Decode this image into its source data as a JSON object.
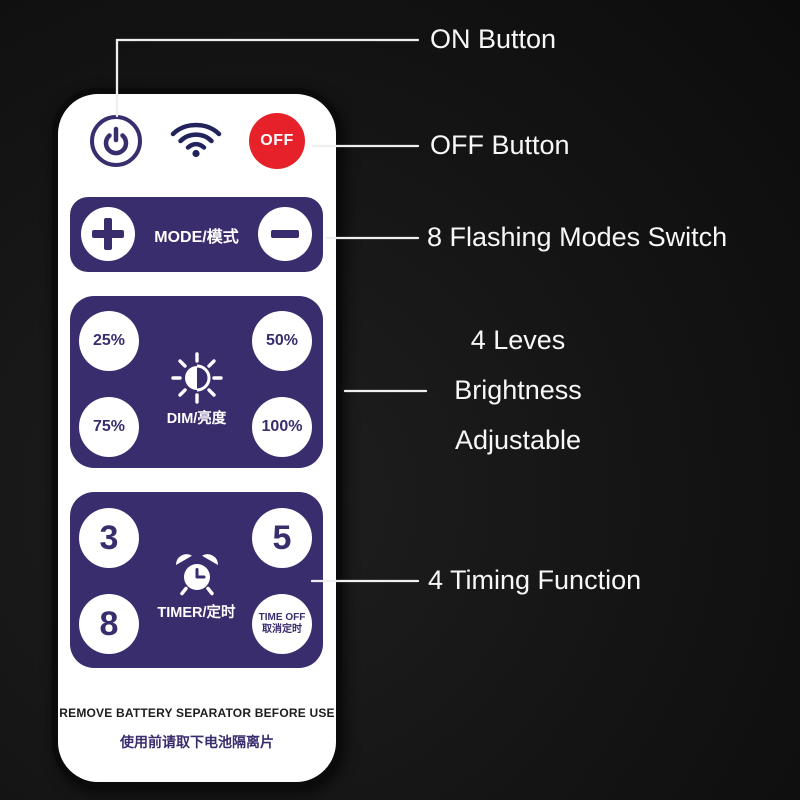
{
  "colors": {
    "purple": "#3a2d6e",
    "red": "#e62129",
    "background": "#141414",
    "callout_line": "#efefef"
  },
  "remote": {
    "off_button_label": "OFF",
    "mode": {
      "label": "MODE/模式"
    },
    "dim": {
      "label": "DIM/亮度",
      "levels": [
        "25%",
        "50%",
        "75%",
        "100%"
      ]
    },
    "timer": {
      "label": "TIMER/定时",
      "presets": [
        "3",
        "5",
        "8"
      ],
      "time_off": {
        "line1": "TIME OFF",
        "line2": "取消定时"
      }
    },
    "footer": {
      "english": "REMOVE BATTERY SEPARATOR BEFORE USE",
      "chinese": "使用前请取下电池隔离片"
    }
  },
  "annotations": {
    "on_button": "ON Button",
    "off_button": "OFF Button",
    "modes": "8 Flashing Modes Switch",
    "brightness": [
      "4 Leves",
      "Brightness",
      "Adjustable"
    ],
    "timing": "4 Timing Function"
  }
}
